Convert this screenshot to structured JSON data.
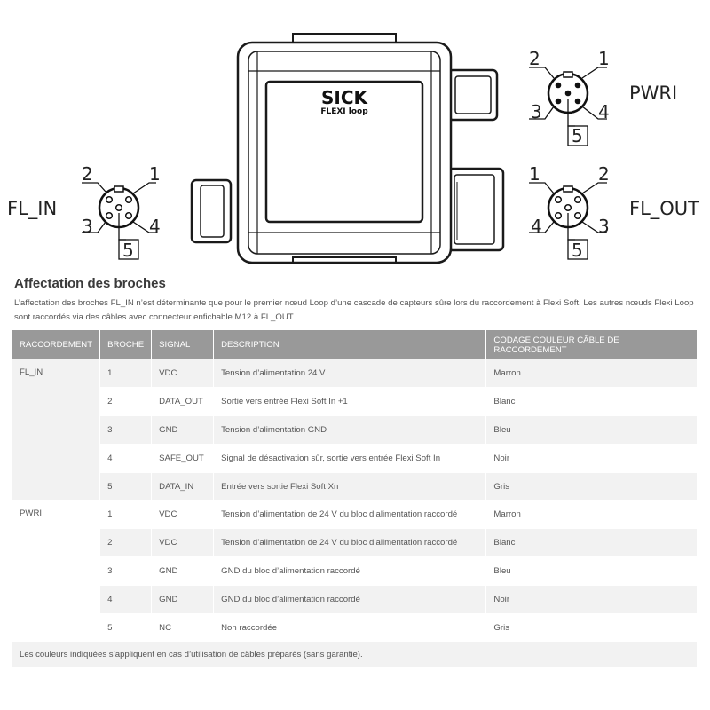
{
  "diagram": {
    "brand": "SICK",
    "product": "FLEXI loop",
    "connectors": [
      {
        "id": "fl_in",
        "label": "FL_IN",
        "pins": [
          "1",
          "2",
          "3",
          "4",
          "5"
        ]
      },
      {
        "id": "pwri",
        "label": "PWRI",
        "pins": [
          "1",
          "2",
          "3",
          "4",
          "5"
        ]
      },
      {
        "id": "fl_out",
        "label": "FL_OUT",
        "pins": [
          "1",
          "2",
          "3",
          "4",
          "5"
        ]
      }
    ]
  },
  "section": {
    "title": "Affectation des broches",
    "intro": "L’affectation des broches FL_IN n’est déterminante que pour le premier nœud Loop d’une cascade de capteurs sûre lors du raccordement à Flexi Soft. Les autres nœuds Flexi Loop sont raccordés via des câbles avec connecteur enfichable M12 à FL_OUT."
  },
  "table": {
    "headers": [
      "RACCORDEMENT",
      "BROCHE",
      "SIGNAL",
      "DESCRIPTION",
      "CODAGE COULEUR CÂBLE DE RACCORDEMENT"
    ],
    "groups": [
      {
        "name": "FL_IN",
        "rows": [
          {
            "pin": "1",
            "signal": "VDC",
            "description": "Tension d’alimentation 24 V",
            "color": "Marron"
          },
          {
            "pin": "2",
            "signal": "DATA_OUT",
            "description": "Sortie vers entrée Flexi Soft In +1",
            "color": "Blanc"
          },
          {
            "pin": "3",
            "signal": "GND",
            "description": "Tension d’alimentation GND",
            "color": "Bleu"
          },
          {
            "pin": "4",
            "signal": "SAFE_OUT",
            "description": "Signal de désactivation sûr, sortie vers entrée Flexi Soft In",
            "color": "Noir"
          },
          {
            "pin": "5",
            "signal": "DATA_IN",
            "description": "Entrée vers sortie Flexi Soft Xn",
            "color": "Gris"
          }
        ]
      },
      {
        "name": "PWRI",
        "rows": [
          {
            "pin": "1",
            "signal": "VDC",
            "description": "Tension d’alimentation de 24 V du bloc d’alimentation raccordé",
            "color": "Marron"
          },
          {
            "pin": "2",
            "signal": "VDC",
            "description": "Tension d’alimentation de 24 V du bloc d’alimentation raccordé",
            "color": "Blanc"
          },
          {
            "pin": "3",
            "signal": "GND",
            "description": "GND du bloc d’alimentation raccordé",
            "color": "Bleu"
          },
          {
            "pin": "4",
            "signal": "GND",
            "description": "GND du bloc d’alimentation raccordé",
            "color": "Noir"
          },
          {
            "pin": "5",
            "signal": "NC",
            "description": "Non raccordée",
            "color": "Gris"
          }
        ]
      }
    ],
    "note": "Les couleurs indiquées s’appliquent en cas d’utilisation de câbles préparés (sans garantie)."
  }
}
